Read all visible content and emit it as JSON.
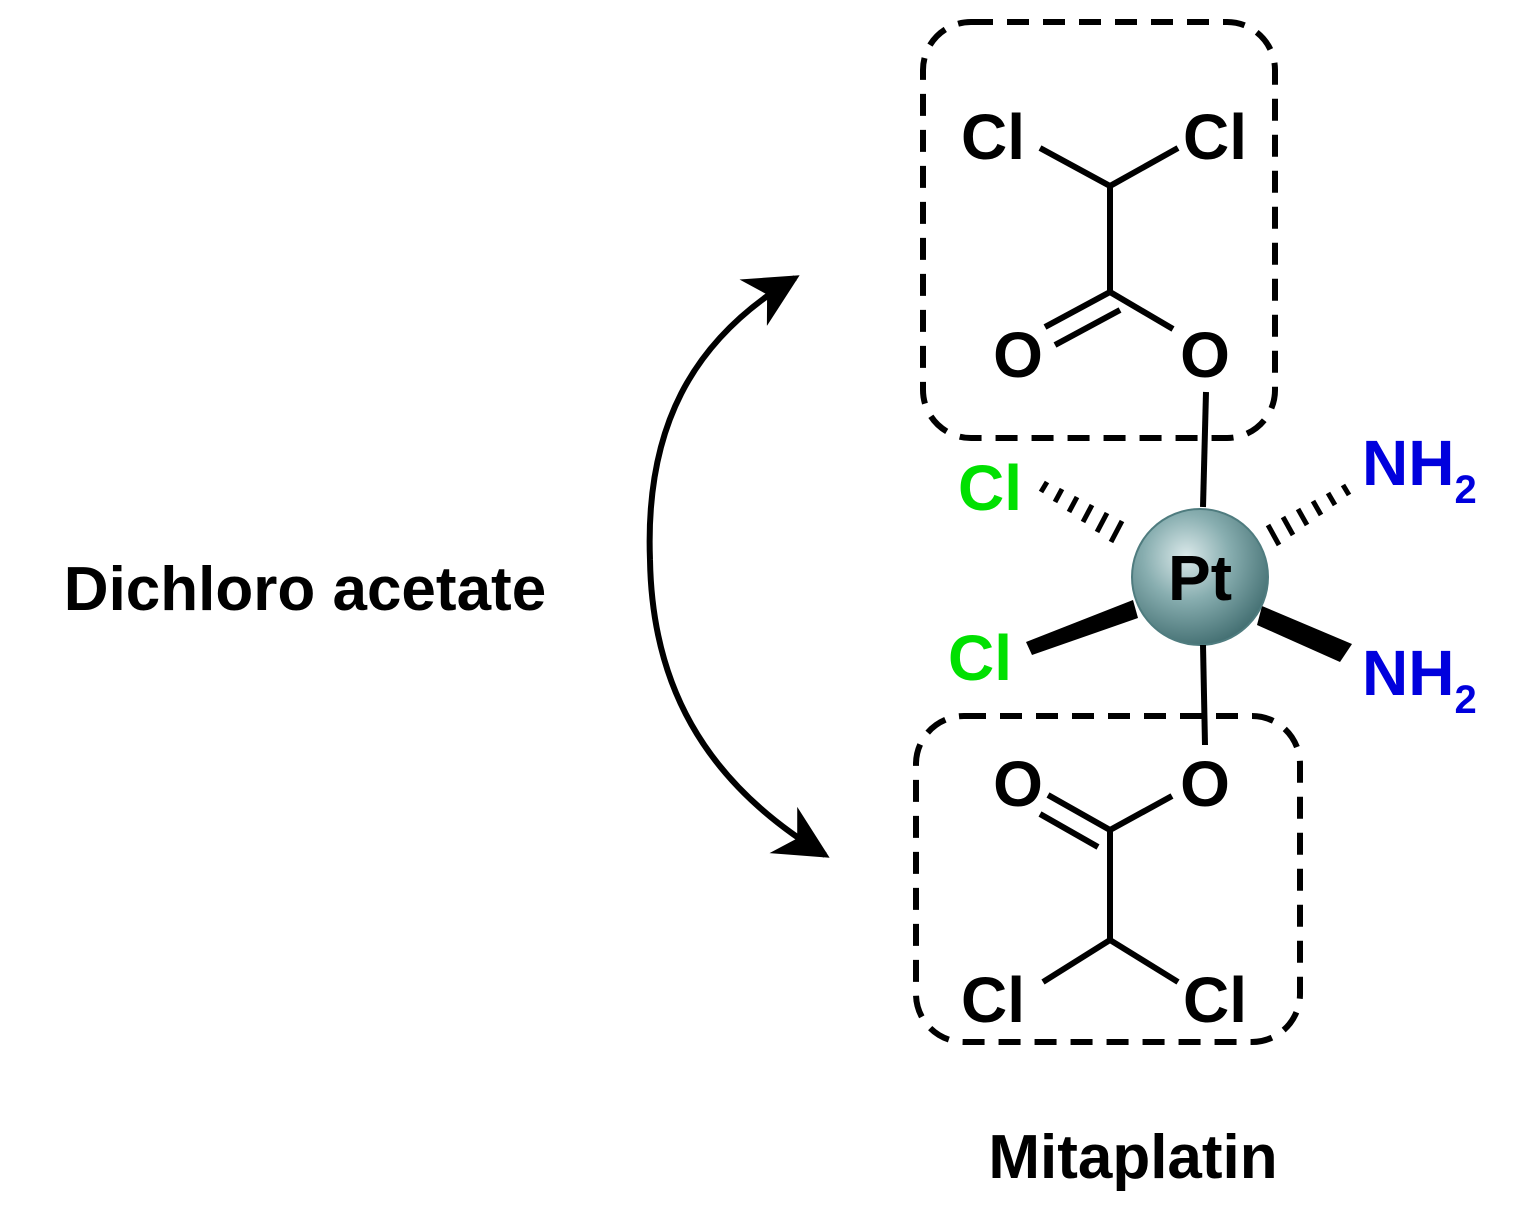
{
  "diagram": {
    "label_left": "Dichloro acetate",
    "compound_name": "Mitaplatin",
    "metal": "Pt",
    "top_ligand": {
      "cl_left": "Cl",
      "cl_right": "Cl",
      "o_carbonyl": "O",
      "o_ester": "O"
    },
    "bottom_ligand": {
      "cl_left": "Cl",
      "cl_right": "Cl",
      "o_carbonyl": "O",
      "o_ester": "O"
    },
    "equatorial": {
      "cl_upper": "Cl",
      "cl_lower": "Cl",
      "nh2_upper_main": "NH",
      "nh2_upper_sub": "2",
      "nh2_lower_main": "NH",
      "nh2_lower_sub": "2"
    },
    "colors": {
      "chlorido": "#00e000",
      "amine": "#0000dd",
      "text": "#000000",
      "platinum_sphere": "#6f9a9c"
    }
  }
}
